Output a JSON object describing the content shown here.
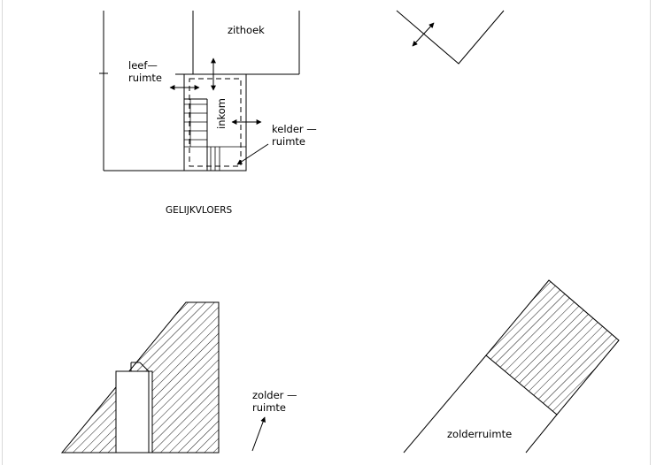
{
  "labels": {
    "zithoek": "zithoek",
    "leef_line1": "leef—",
    "leef_line2": "ruimte",
    "inkom": "inkom",
    "kelder_line1": "kelder  —",
    "kelder_line2": "ruimte",
    "floor_title": "GELIJKVLOERS",
    "zolder_line1": "zolder  —",
    "zolder_line2": "ruimte",
    "zolderruimte": "zolderruimte"
  }
}
